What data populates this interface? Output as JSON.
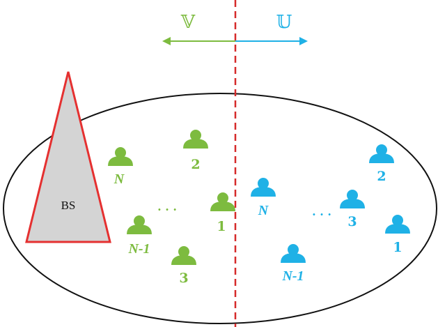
{
  "colors": {
    "left_group": "#7dbb3f",
    "right_group": "#1fb1e6",
    "divider": "#d62a2a",
    "base_station_fill": "#d4d4d4",
    "base_station_stroke": "#e53030",
    "outline": "#111111"
  },
  "sets": {
    "left": "𝕍",
    "right": "𝕌"
  },
  "base_station": {
    "label": "BS"
  },
  "left_users": {
    "labels": [
      "N",
      "2",
      "1",
      "N-1",
      "3"
    ],
    "ellipsis": "· · ·"
  },
  "right_users": {
    "labels": [
      "2",
      "N",
      "3",
      "1",
      "N-1"
    ],
    "ellipsis": "· · ·"
  },
  "icons": {
    "user": "user-icon",
    "arrow_left": "arrow-left-icon",
    "arrow_right": "arrow-right-icon"
  }
}
